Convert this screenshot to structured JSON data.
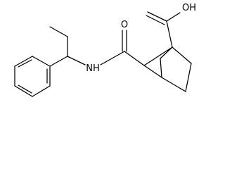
{
  "structure": {
    "background": "#ffffff",
    "bond_color": "#000000",
    "labels": {
      "hydroxyl": "OH",
      "carbonyl_oxygen": "O",
      "amide_nitrogen": "NH"
    }
  }
}
